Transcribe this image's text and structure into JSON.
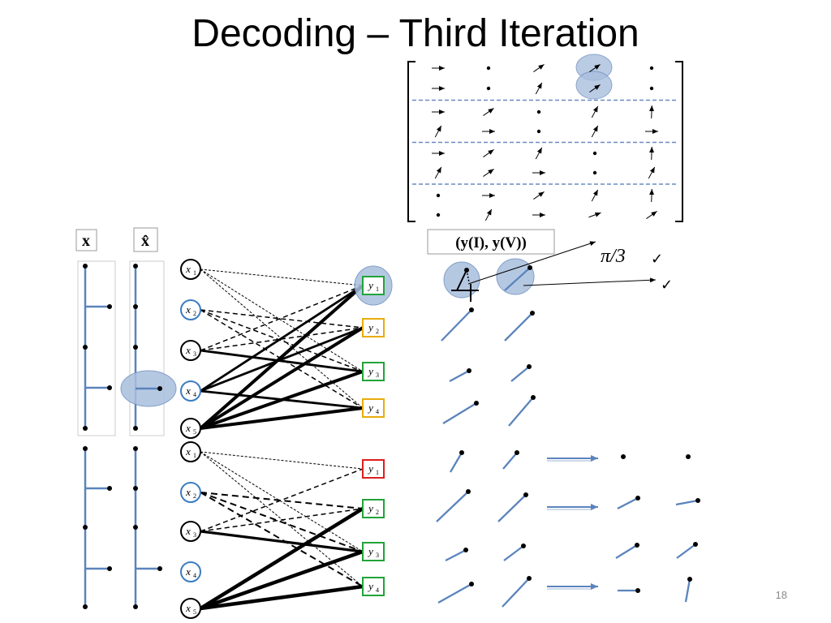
{
  "slide": {
    "title": "Decoding – Third Iteration",
    "page_number": "18"
  },
  "labels": {
    "x_bold": "x",
    "x_hat": "x̂",
    "pair": "(y(I),  y(V))",
    "pi_over_3": "π/3",
    "check": "✓"
  },
  "colors": {
    "line_blue": "#5b84bc",
    "highlight_fill": "#a9bfde",
    "highlight_stroke": "#6f8fbf",
    "node_blue": "#3a7cc1",
    "yellow": "#e9ac0c",
    "green": "#22a33a",
    "red": "#dd1f1f",
    "dashed_sep": "#6a8ac2"
  },
  "matrix": {
    "rows": [
      [
        "right",
        "dot",
        "ne",
        "ne",
        "dot"
      ],
      [
        "right",
        "dot",
        "nne",
        "ne",
        "dot"
      ],
      [
        "right",
        "ne",
        "dot",
        "nne",
        "up"
      ],
      [
        "nne",
        "right",
        "dot",
        "nne",
        "right"
      ],
      [
        "right",
        "ne",
        "nne",
        "dot",
        "up"
      ],
      [
        "nne",
        "ne",
        "right",
        "dot",
        "nne"
      ],
      [
        "dot",
        "right",
        "ne",
        "nne",
        "up"
      ],
      [
        "dot",
        "nne",
        "right",
        "ene",
        "ne"
      ]
    ],
    "dashed_separators_after_rows": [
      1,
      3,
      5
    ]
  },
  "graph_top": {
    "x_nodes": [
      {
        "sub": "1",
        "color": "black"
      },
      {
        "sub": "2",
        "color": "blue"
      },
      {
        "sub": "3",
        "color": "black"
      },
      {
        "sub": "4",
        "color": "blue"
      },
      {
        "sub": "5",
        "color": "black"
      }
    ],
    "y_nodes": [
      {
        "sub": "1",
        "color": "green"
      },
      {
        "sub": "2",
        "color": "yellow"
      },
      {
        "sub": "3",
        "color": "green"
      },
      {
        "sub": "4",
        "color": "yellow"
      }
    ]
  },
  "graph_bottom": {
    "x_nodes": [
      {
        "sub": "1",
        "color": "black"
      },
      {
        "sub": "2",
        "color": "blue"
      },
      {
        "sub": "3",
        "color": "black"
      },
      {
        "sub": "4",
        "color": "blue"
      },
      {
        "sub": "5",
        "color": "black"
      }
    ],
    "y_nodes": [
      {
        "sub": "1",
        "color": "red"
      },
      {
        "sub": "2",
        "color": "green"
      },
      {
        "sub": "3",
        "color": "green"
      },
      {
        "sub": "4",
        "color": "green"
      }
    ]
  }
}
